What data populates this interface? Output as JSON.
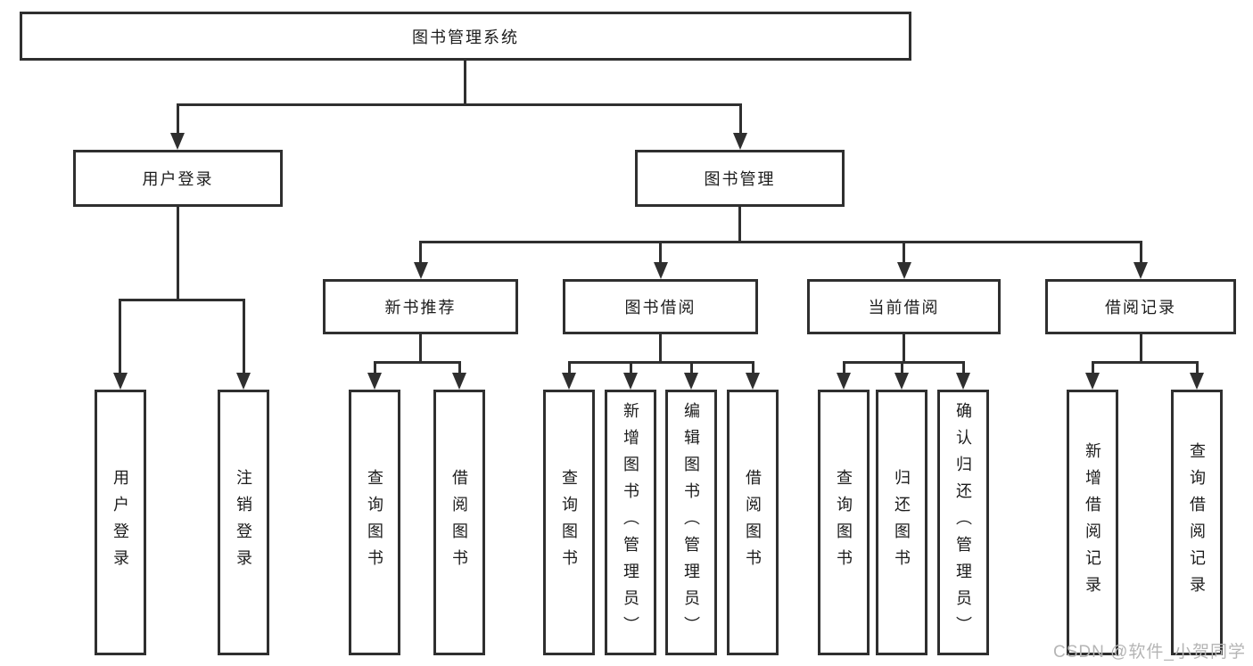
{
  "page": {
    "background": "#ffffff"
  },
  "colors": {
    "line": "#2f2f2f",
    "box_border": "#2f2f2f",
    "text": "#1c1c1c",
    "watermark": "#b5b5b5",
    "background": "#ffffff"
  },
  "watermark": {
    "text": "CSDN @软件_小贺同学"
  },
  "tree": {
    "root": {
      "label": "图书管理系统"
    },
    "branches": [
      {
        "label": "用户登录",
        "children": [
          {
            "label": "用户登录"
          },
          {
            "label": "注销登录"
          }
        ]
      },
      {
        "label": "图书管理",
        "children": [
          {
            "label": "新书推荐",
            "children": [
              {
                "label": "查询图书"
              },
              {
                "label": "借阅图书"
              }
            ]
          },
          {
            "label": "图书借阅",
            "children": [
              {
                "label": "查询图书"
              },
              {
                "label": "新增图书（管理员）"
              },
              {
                "label": "编辑图书（管理员）"
              },
              {
                "label": "借阅图书"
              }
            ]
          },
          {
            "label": "当前借阅",
            "children": [
              {
                "label": "查询图书"
              },
              {
                "label": "归还图书"
              },
              {
                "label": "确认归还（管理员）"
              }
            ]
          },
          {
            "label": "借阅记录",
            "children": [
              {
                "label": "新增借阅记录"
              },
              {
                "label": "查询借阅记录"
              }
            ]
          }
        ]
      }
    ]
  }
}
